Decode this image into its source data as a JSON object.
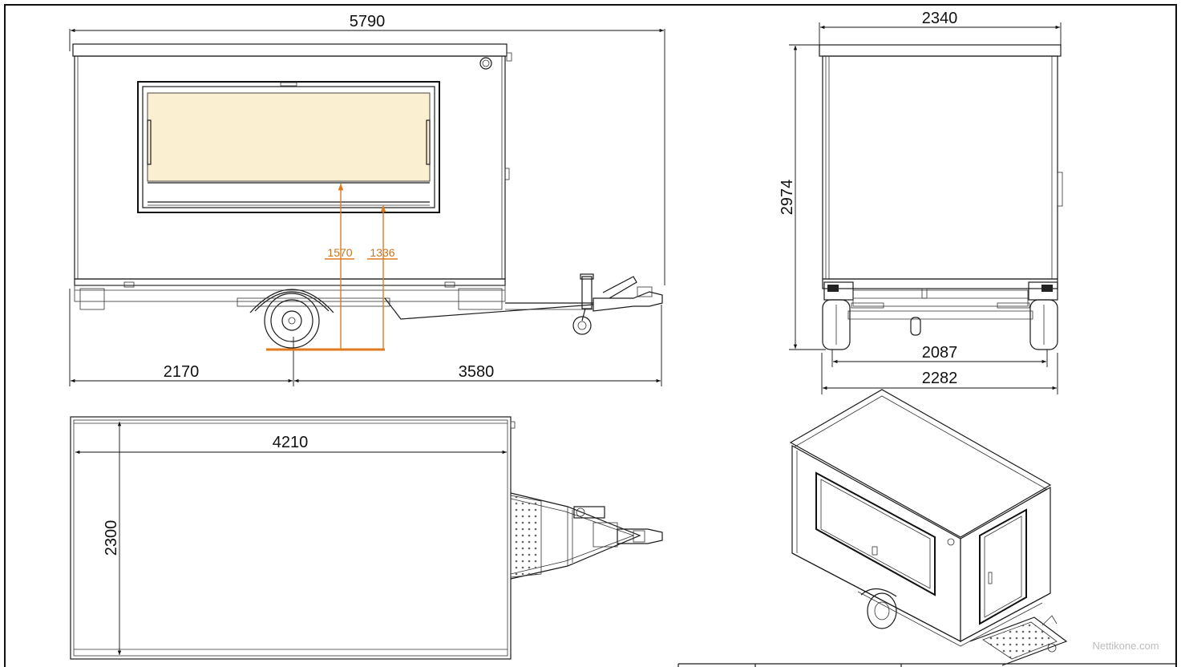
{
  "dimensions": {
    "total_length": "5790",
    "axle_to_rear": "2170",
    "axle_to_hitch": "3580",
    "counter_height": "1570",
    "window_bottom_height": "1336",
    "body_length": "4210",
    "body_width_top": "2300",
    "total_width": "2340",
    "total_height": "2974",
    "track_width": "2087",
    "overall_width_wheels": "2282"
  },
  "watermark": "Nettikone.com",
  "colors": {
    "window_fill": "#fbefd2",
    "dimension_orange": "#e07a1e"
  }
}
